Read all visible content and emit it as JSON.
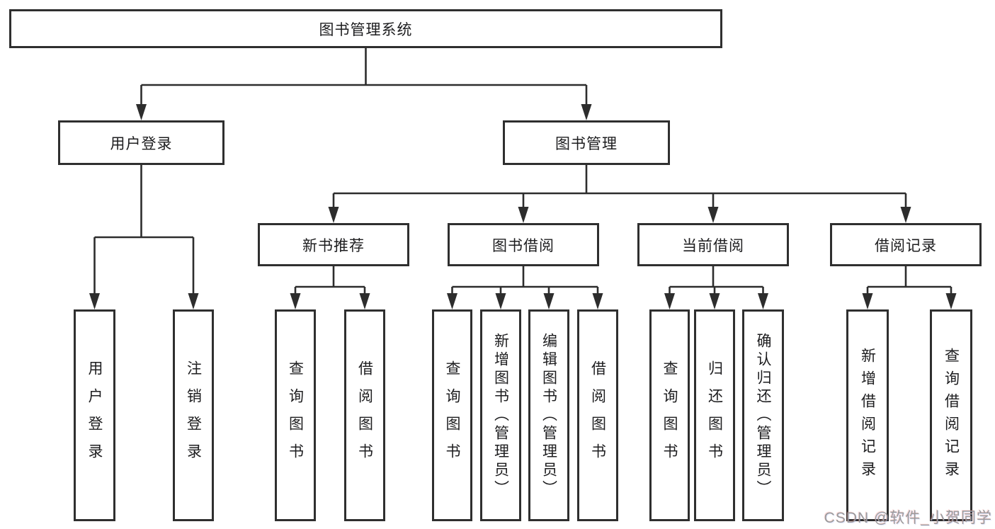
{
  "tree": {
    "root": {
      "label": "图书管理系统",
      "children": [
        {
          "label": "用户登录",
          "children": [
            {
              "label": "用户登录"
            },
            {
              "label": "注销登录"
            }
          ]
        },
        {
          "label": "图书管理",
          "children": [
            {
              "label": "新书推荐",
              "children": [
                {
                  "label": "查询图书"
                },
                {
                  "label": "借阅图书"
                }
              ]
            },
            {
              "label": "图书借阅",
              "children": [
                {
                  "label": "查询图书"
                },
                {
                  "label": "新增图书（管理员）"
                },
                {
                  "label": "编辑图书（管理员）"
                },
                {
                  "label": "借阅图书"
                }
              ]
            },
            {
              "label": "当前借阅",
              "children": [
                {
                  "label": "查询图书"
                },
                {
                  "label": "归还图书"
                },
                {
                  "label": "确认归还（管理员）"
                }
              ]
            },
            {
              "label": "借阅记录",
              "children": [
                {
                  "label": "新增借阅记录"
                },
                {
                  "label": "查询借阅记录"
                }
              ]
            }
          ]
        }
      ]
    }
  },
  "watermark": {
    "text": "CSDN @软件_小贺同学"
  },
  "colors": {
    "line": "#2d2d2d",
    "border": "#2f2f2f",
    "text": "#1d1d1f",
    "watermark": "#9b9b9b"
  }
}
